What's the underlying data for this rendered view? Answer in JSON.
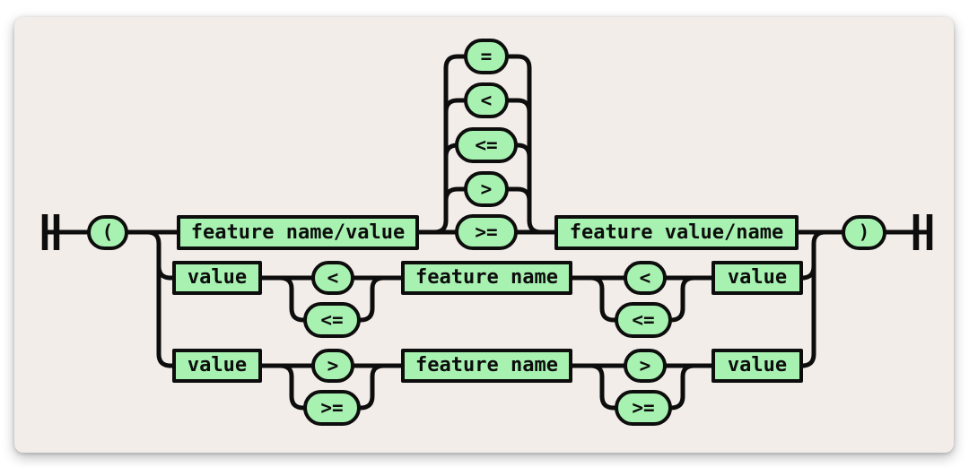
{
  "diagram": {
    "type": "railroad-syntax-diagram",
    "colors": {
      "canvas": "#ffffff",
      "card_background": "#f2ede9",
      "node_fill": "#a8f2b1",
      "stroke": "#0d0d0d"
    },
    "main_branch": {
      "open_paren": "(",
      "left_box": "feature name/value",
      "operators": [
        "=",
        "<",
        "<=",
        ">",
        ">="
      ],
      "right_box": "feature value/name",
      "close_paren": ")"
    },
    "less_branch": {
      "left_value": "value",
      "left_operators": [
        "<",
        "<="
      ],
      "feature": "feature name",
      "right_operators": [
        "<",
        "<="
      ],
      "right_value": "value"
    },
    "greater_branch": {
      "left_value": "value",
      "left_operators": [
        ">",
        ">="
      ],
      "feature": "feature name",
      "right_operators": [
        ">",
        ">="
      ],
      "right_value": "value"
    }
  }
}
